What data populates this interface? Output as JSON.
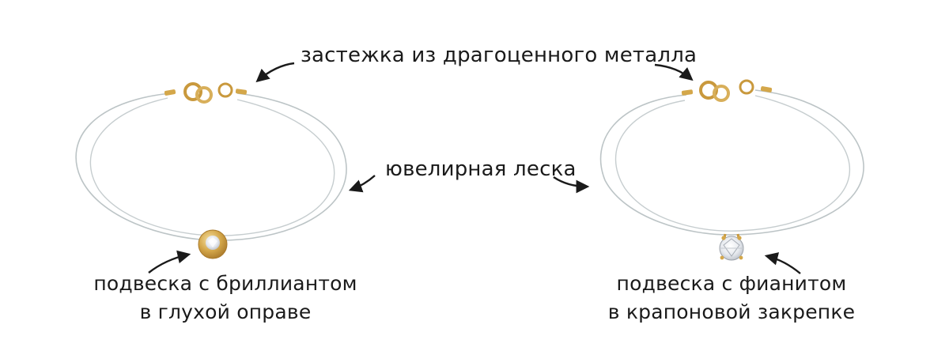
{
  "labels": {
    "clasp": "застежка из драгоценного металла",
    "line": "ювелирная леска",
    "left_pendant_line1": "подвеска с бриллиантом",
    "left_pendant_line2": "в глухой оправе",
    "right_pendant_line1": "подвеска с фианитом",
    "right_pendant_line2": "в крапоновой закрепке"
  },
  "colors": {
    "text": "#1a1a1a",
    "gold": "#d4a74a",
    "gold_dark": "#a9792a",
    "gold_light": "#f3d890",
    "thread": "#bcc4c6",
    "arrow": "#1a1a1a",
    "stone": "#eef0f3"
  },
  "icons": [
    "arrow-icon",
    "clasp-icon",
    "bezel-pendant-icon",
    "prong-pendant-icon"
  ]
}
